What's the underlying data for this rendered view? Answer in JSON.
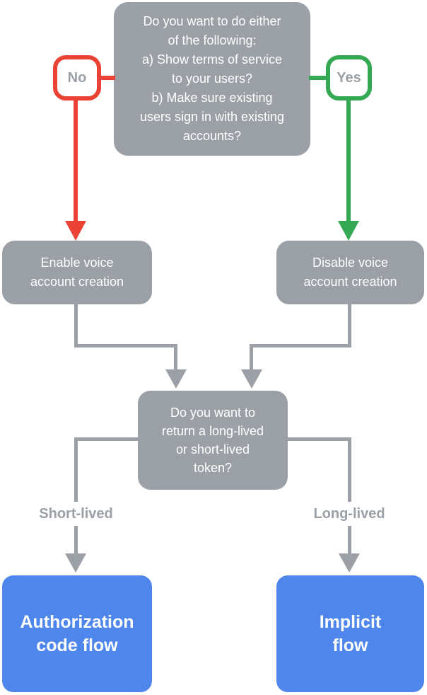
{
  "colors": {
    "node_gray": "#9aa0a6",
    "no_red": "#ea4335",
    "yes_green": "#34a853",
    "result_blue": "#4e86ec",
    "label_text_gray": "#9aa0a6",
    "background": "#ffffff"
  },
  "nodes": {
    "root_question": {
      "lines": [
        "Do you want to do either",
        "of the following:",
        "a) Show terms of service",
        "to your users?",
        "b) Make sure existing",
        "users sign in with existing",
        "accounts?"
      ]
    },
    "no_badge": {
      "label": "No"
    },
    "yes_badge": {
      "label": "Yes"
    },
    "enable_voice": {
      "lines": [
        "Enable voice",
        "account creation"
      ]
    },
    "disable_voice": {
      "lines": [
        "Disable voice",
        "account creation"
      ]
    },
    "token_question": {
      "lines": [
        "Do you want to",
        "return a long-lived",
        "or short-lived",
        "token?"
      ]
    },
    "edge_labels": {
      "short_lived": "Short-lived",
      "long_lived": "Long-lived"
    },
    "authorization_code_flow": {
      "lines": [
        "Authorization",
        "code flow"
      ]
    },
    "implicit_flow": {
      "lines": [
        "Implicit",
        "flow"
      ]
    }
  }
}
